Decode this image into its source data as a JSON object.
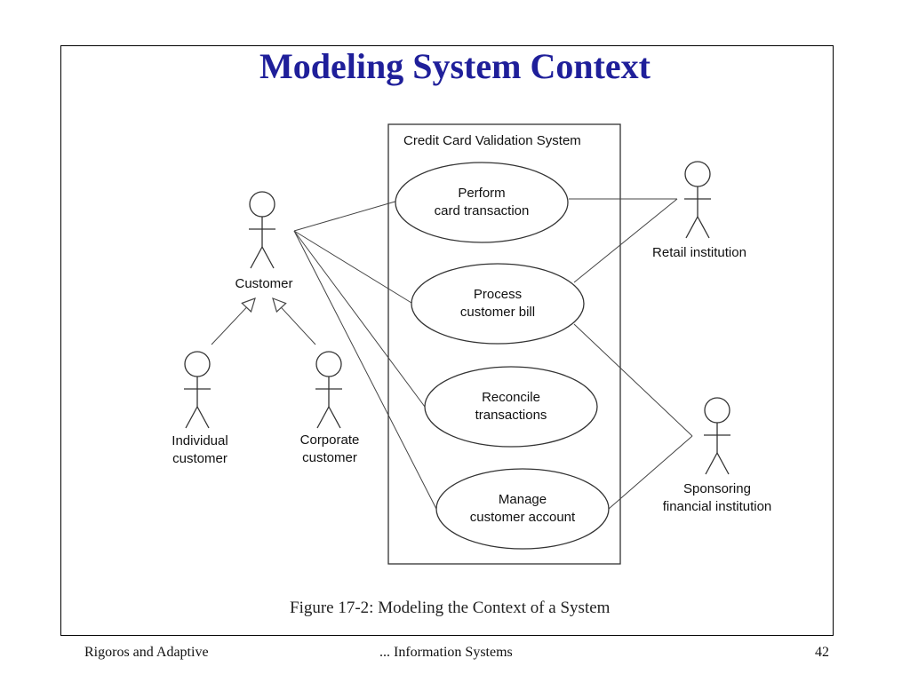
{
  "slide": {
    "title": "Modeling System Context",
    "caption": "Figure 17-2: Modeling the Context of a System",
    "footer_left": "Rigoros and Adaptive",
    "footer_center": "... Information Systems",
    "page_number": "42"
  },
  "diagram": {
    "system_boundary_label": "Credit Card Validation System",
    "use_cases": [
      {
        "id": "uc1",
        "lines": [
          "Perform",
          "card transaction"
        ]
      },
      {
        "id": "uc2",
        "lines": [
          "Process",
          "customer bill"
        ]
      },
      {
        "id": "uc3",
        "lines": [
          "Reconcile",
          "transactions"
        ]
      },
      {
        "id": "uc4",
        "lines": [
          "Manage",
          "customer account"
        ]
      }
    ],
    "actors": [
      {
        "id": "customer",
        "lines": [
          "Customer"
        ]
      },
      {
        "id": "individual",
        "lines": [
          "Individual",
          "customer"
        ]
      },
      {
        "id": "corporate",
        "lines": [
          "Corporate",
          "customer"
        ]
      },
      {
        "id": "retail",
        "lines": [
          "Retail institution"
        ]
      },
      {
        "id": "sponsoring",
        "lines": [
          "Sponsoring",
          "financial institution"
        ]
      }
    ],
    "associations": [
      [
        "customer",
        "uc1"
      ],
      [
        "customer",
        "uc2"
      ],
      [
        "customer",
        "uc3"
      ],
      [
        "customer",
        "uc4"
      ],
      [
        "retail",
        "uc1"
      ],
      [
        "retail",
        "uc2"
      ],
      [
        "sponsoring",
        "uc2"
      ],
      [
        "sponsoring",
        "uc4"
      ]
    ],
    "generalizations": [
      [
        "individual",
        "customer"
      ],
      [
        "corporate",
        "customer"
      ]
    ]
  }
}
